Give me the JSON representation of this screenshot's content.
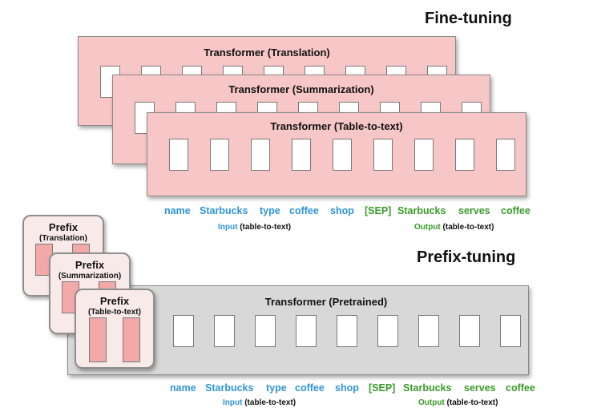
{
  "finetuning": {
    "title": "Fine-tuning",
    "panels": [
      {
        "label": "Transformer (Translation)"
      },
      {
        "label": "Transformer (Summarization)"
      },
      {
        "label": "Transformer (Table-to-text)"
      }
    ]
  },
  "prefixtuning": {
    "title": "Prefix-tuning",
    "transformer_label": "Transformer  (Pretrained)",
    "prefixes": [
      {
        "title": "Prefix",
        "task": "(Translation)"
      },
      {
        "title": "Prefix",
        "task": "(Summarization)"
      },
      {
        "title": "Prefix",
        "task": "(Table-to-text)"
      }
    ]
  },
  "tokens": {
    "input": [
      "name",
      "Starbucks",
      "type",
      "coffee",
      "shop"
    ],
    "output": [
      "[SEP]",
      "Starbucks",
      "serves",
      "coffee"
    ]
  },
  "captions": {
    "input_word": "Input",
    "input_task": " (table-to-text)",
    "output_word": "Output",
    "output_task": " (table-to-text)"
  },
  "colors": {
    "input_tokens": "#2f95d8",
    "output_tokens": "#3a9a2a",
    "finetune_panel": "#f7c6c6",
    "pretrained_panel": "#d8d8d8",
    "prefix_cells": "#f4a9a9"
  }
}
